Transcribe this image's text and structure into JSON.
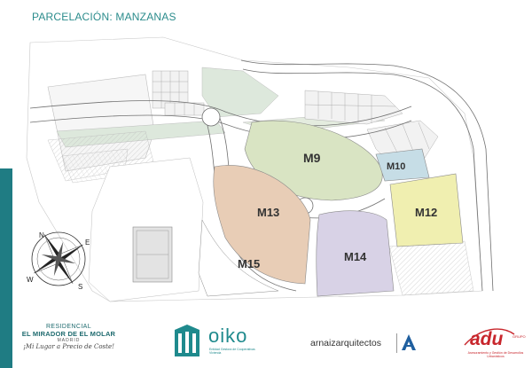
{
  "title": "PARCELACIÓN: MANZANAS",
  "blocks": [
    {
      "id": "M9",
      "label": "M9",
      "color": "#d9e4c3"
    },
    {
      "id": "M10",
      "label": "M10",
      "color": "#c6dde6"
    },
    {
      "id": "M12",
      "label": "M12",
      "color": "#f0efb0"
    },
    {
      "id": "M13",
      "label": "M13",
      "color": "#e8cdb6"
    },
    {
      "id": "M14",
      "label": "M14",
      "color": "#d8d2e6"
    },
    {
      "id": "M15",
      "label": "M15",
      "color": "#ffffff"
    }
  ],
  "colors": {
    "accent": "#1f7c83",
    "label": "#333333",
    "adu_red": "#c8262c"
  },
  "compass": {
    "n": "N",
    "e": "E",
    "s": "S",
    "w": "W"
  },
  "footer": {
    "brand1": {
      "line1": "RESIDENCIAL",
      "line2": "EL MIRADOR DE EL MOLAR",
      "line3": "MADRID",
      "line4": "¡Mi Lugar a Precio de Coste!"
    },
    "oiko": {
      "word": "oiko",
      "sub": "Entidad Gestora de Cooperativas Vivienda"
    },
    "arnaiz": {
      "word": "arnaizarquitectos"
    },
    "adu": {
      "word": "adu",
      "grupo": "GRUPO",
      "sub": "Asesoramiento y Gestión de Desarrollos Urbanísticos"
    }
  },
  "icons": [
    "compass-rose-icon",
    "oiko-building-icon",
    "arnaiz-a-icon",
    "adu-swoosh-icon"
  ]
}
